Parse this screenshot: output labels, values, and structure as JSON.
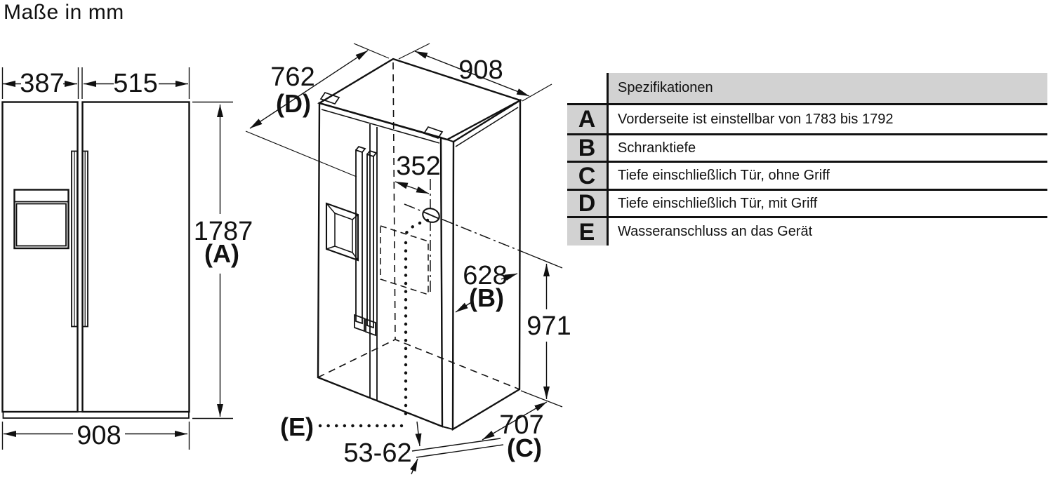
{
  "title": "Maße in mm",
  "front_view": {
    "door_left_width": "387",
    "door_right_width": "515",
    "total_width": "908",
    "height": "1787",
    "height_key": "(A)"
  },
  "iso_view": {
    "depth_with_handle": "762",
    "depth_with_handle_key": "(D)",
    "top_width": "908",
    "water_offset": "352",
    "cabinet_depth": "628",
    "cabinet_depth_key": "(B)",
    "water_height": "971",
    "door_depth": "707",
    "door_depth_key": "(C)",
    "foot_range": "53-62",
    "water_connection_key": "(E)"
  },
  "spec_table": {
    "header": "Spezifikationen",
    "rows": [
      {
        "key": "A",
        "text": "Vorderseite ist einstellbar von 1783 bis 1792"
      },
      {
        "key": "B",
        "text": "Schranktiefe"
      },
      {
        "key": "C",
        "text": "Tiefe einschließlich Tür, ohne Griff"
      },
      {
        "key": "D",
        "text": "Tiefe einschließlich Tür, mit Griff"
      },
      {
        "key": "E",
        "text": "Wasseranschluss an das Gerät"
      }
    ]
  },
  "colors": {
    "line": "#111111",
    "table_gray": "#d2d2d2",
    "background": "#ffffff"
  }
}
